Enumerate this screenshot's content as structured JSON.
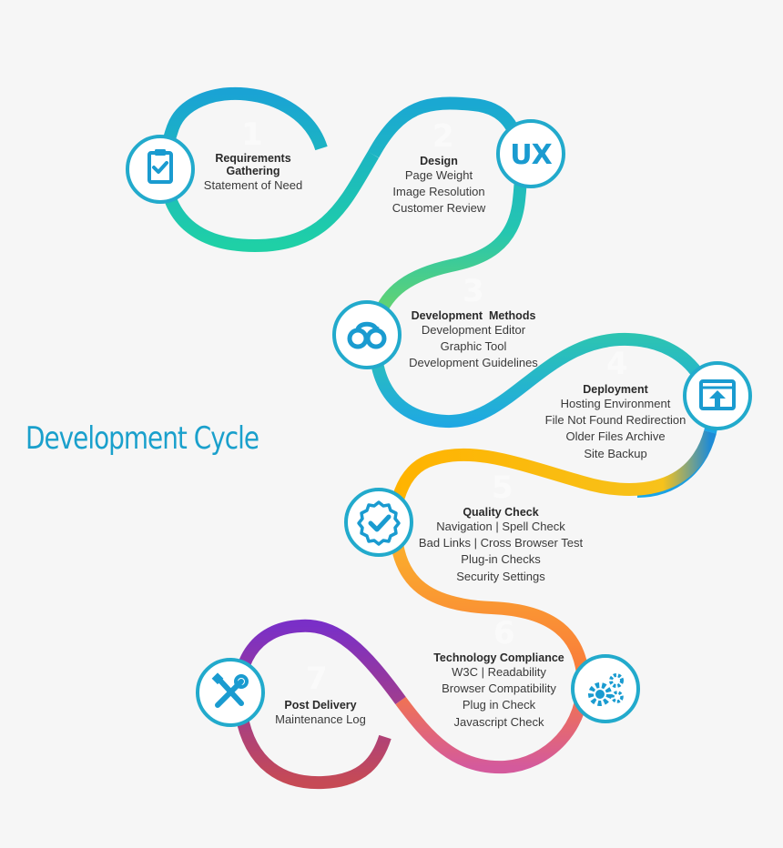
{
  "title": "Development Cycle",
  "colors": {
    "title": "#1aa0cc",
    "icon": "#1a9bd0",
    "ring": "#22aacc"
  },
  "icons": [
    "clipboard-check-icon",
    "ux-icon",
    "loop-icon",
    "upload-window-icon",
    "badge-check-icon",
    "gears-icon",
    "tools-icon"
  ],
  "steps": [
    {
      "number": "1",
      "heading": [
        "Requirements",
        "Gathering"
      ],
      "items": [
        "Statement of Need"
      ]
    },
    {
      "number": "2",
      "heading": [
        "Design"
      ],
      "items": [
        "Page Weight",
        "Image Resolution",
        "Customer Review"
      ]
    },
    {
      "number": "3",
      "heading": [
        "Development  Methods"
      ],
      "items": [
        "Development Editor",
        "Graphic Tool",
        "Development Guidelines"
      ]
    },
    {
      "number": "4",
      "heading": [
        "Deployment"
      ],
      "items": [
        "Hosting Environment",
        "File Not Found Redirection",
        "Older Files Archive",
        "Site Backup"
      ]
    },
    {
      "number": "5",
      "heading": [
        "Quality Check"
      ],
      "items": [
        "Navigation | Spell Check",
        "Bad Links | Cross Browser Test",
        "Plug-in Checks",
        "Security Settings"
      ]
    },
    {
      "number": "6",
      "heading": [
        "Technology Compliance"
      ],
      "items": [
        "W3C | Readability",
        "Browser Compatibility",
        "Plug in Check",
        "Javascript Check"
      ]
    },
    {
      "number": "7",
      "heading": [
        "Post Delivery"
      ],
      "items": [
        "Maintenance Log"
      ]
    }
  ],
  "ux_label": "UX"
}
